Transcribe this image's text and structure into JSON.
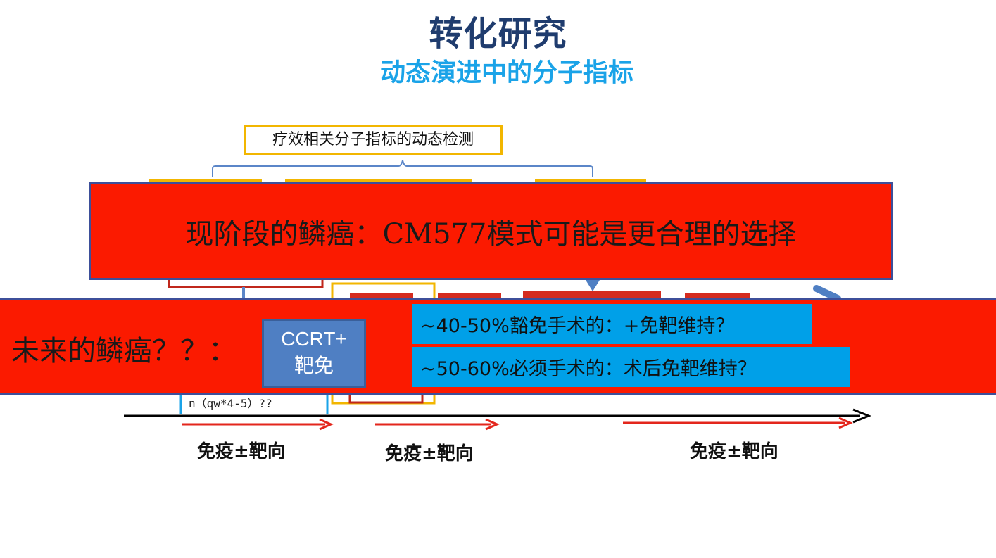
{
  "title": "转化研究",
  "subtitle": "动态演进中的分子指标",
  "top_label": "疗效相关分子指标的动态检测",
  "banner_top": "现阶段的鳞癌：CM577模式可能是更合理的选择",
  "banner_bottom_label": "未来的鳞癌？？：",
  "ccrt_box": {
    "line1": "CCRT+",
    "line2": "靶免"
  },
  "notes": [
    "~40-50%豁免手术的：+免靶维持？",
    "~50-60%必须手术的：术后免靶维持？"
  ],
  "fragment_text": "n（qw*4-5）??",
  "phases": [
    "免疫±靶向",
    "免疫±靶向",
    "免疫±靶向"
  ],
  "colors": {
    "title": "#1f3c6e",
    "subtitle": "#1aa3e8",
    "banner_red": "#fb1a00",
    "note_blue": "#00a0e8",
    "ccrt_blue": "#4f7fc3",
    "border_yellow": "#f2b600"
  }
}
